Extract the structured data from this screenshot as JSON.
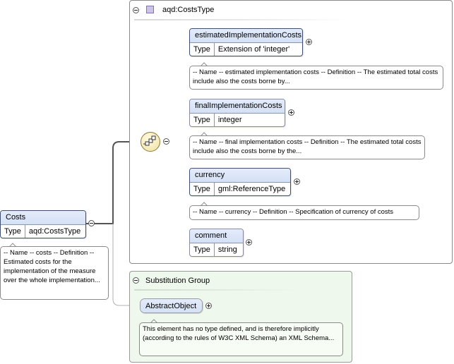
{
  "root_element": {
    "name": "Costs",
    "type_label": "Type",
    "type_value": "aqd:CostsType",
    "doc": "-- Name -- costs -- Definition -- Estimated costs for the implementation of the measure over the whole implementation..."
  },
  "complex_type": {
    "title": "aqd:CostsType",
    "elements": [
      {
        "name": "estimatedImplementationCosts",
        "type_label": "Type",
        "type_value": "Extension of 'integer'",
        "doc": "-- Name -- estimated implementation costs -- Definition -- The estimated total costs include also the costs borne by..."
      },
      {
        "name": "finalImplementationCosts",
        "type_label": "Type",
        "type_value": "integer",
        "doc": "-- Name -- final implementation costs -- Definition -- The estimated total costs include also the costs borne by the..."
      },
      {
        "name": "currency",
        "type_label": "Type",
        "type_value": "gml:ReferenceType",
        "doc": "-- Name -- currency -- Definition -- Specification of currency of costs"
      },
      {
        "name": "comment",
        "type_label": "Type",
        "type_value": "string"
      }
    ]
  },
  "substitution_group": {
    "title": "Substitution Group",
    "element": {
      "name": "AbstractObject",
      "doc": "This element has no type defined, and is therefore implicitly (according to the rules of W3C XML Schema) an XML Schema..."
    }
  }
}
